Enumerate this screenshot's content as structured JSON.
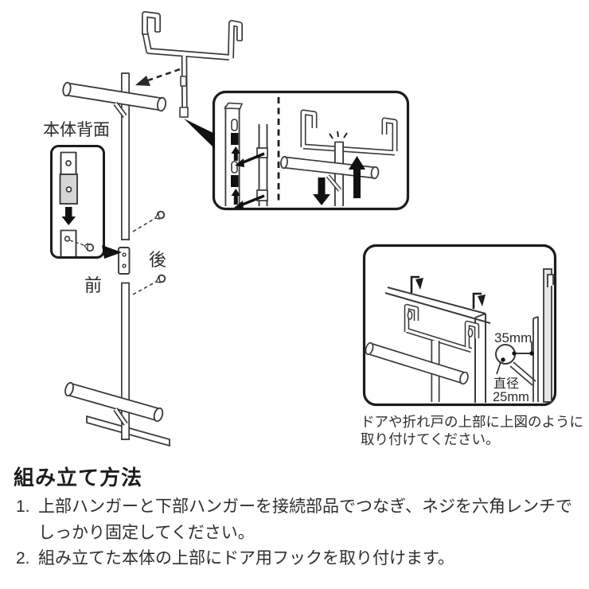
{
  "diagram": {
    "back_label": "本体背面",
    "rear_label": "後",
    "front_label": "前",
    "door_inset": {
      "dim_width": "35mm",
      "dia_line1": "直径",
      "dia_line2": "25mm",
      "caption_line1": "ドアや折れ戸の上部に上図のように",
      "caption_line2": "取り付けてください。"
    }
  },
  "instructions": {
    "heading": "組み立て方法",
    "steps": [
      {
        "num": "1.",
        "lines": [
          "上部ハンガーと下部ハンガーを接続部品でつなぎ、ネジを六角レンチで",
          "しっかり固定してください。"
        ]
      },
      {
        "num": "2.",
        "lines": [
          "組み立てた本体の上部にドア用フックを取り付けます。"
        ]
      }
    ]
  },
  "colors": {
    "line": "#3a3a3a",
    "solid_black": "#111111",
    "gray_fill": "#d6d6d6",
    "door_edge_gray": "#e6e6e6",
    "text": "#2e2e2e",
    "background": "#ffffff"
  }
}
